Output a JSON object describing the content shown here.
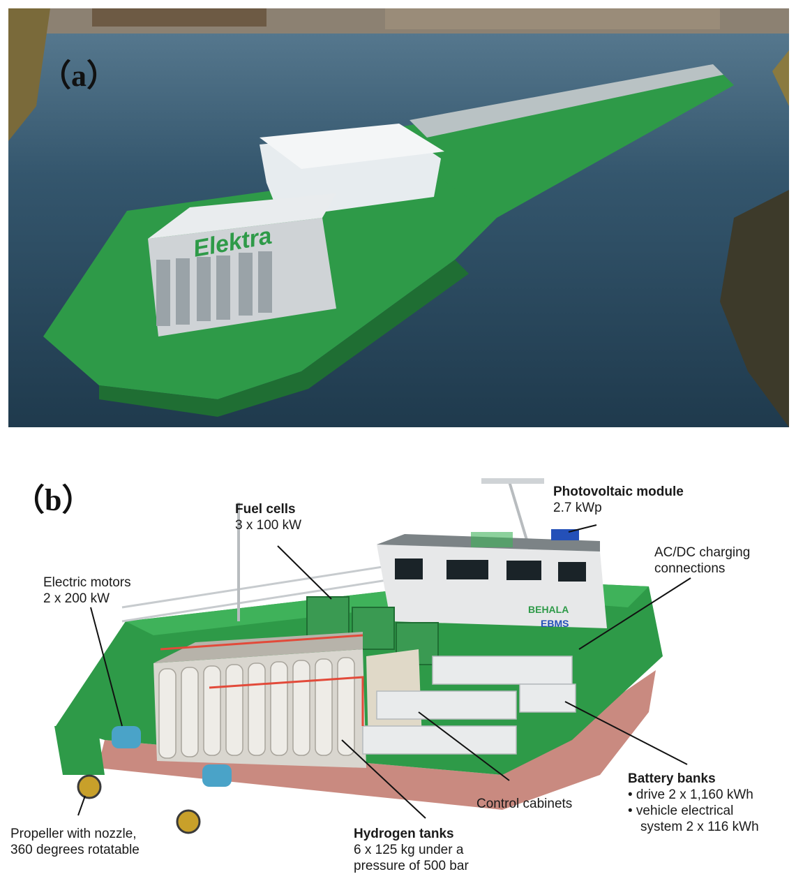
{
  "panels": {
    "a": {
      "label": "（a）",
      "hull_text": "Elektra"
    },
    "b": {
      "label": "（b）",
      "cabin_brand_1": "BEHALA",
      "cabin_brand_2": "EBMS"
    }
  },
  "callouts": {
    "fuel_cells": {
      "title": "Fuel cells",
      "sub": "3 x 100 kW"
    },
    "photovoltaic": {
      "title": "Photovoltaic module",
      "sub": "2.7 kWp"
    },
    "charging": {
      "line1": "AC/DC charging",
      "line2": "connections"
    },
    "electric_motors": {
      "line1": "Electric motors",
      "line2": "2 x 200 kW"
    },
    "battery_banks": {
      "title": "Battery banks",
      "bullet1": "• drive 2 x 1,160 kWh",
      "bullet2": "• vehicle electrical",
      "bullet2b": "system 2 x 116 kWh"
    },
    "control_cabinets": {
      "line1": "Control cabinets"
    },
    "hydrogen_tanks": {
      "title": "Hydrogen tanks",
      "line2": "6 x 125 kg under a",
      "line3": "pressure of 500 bar"
    },
    "propeller": {
      "line1": "Propeller with nozzle,",
      "line2": "360 degrees rotatable"
    }
  },
  "colors": {
    "hull_green": "#2e9a48",
    "hull_dark": "#1f6e33",
    "water": "#2f5670",
    "hull_bottom": "#c98a80",
    "tank_gray": "#d9d6cf"
  }
}
